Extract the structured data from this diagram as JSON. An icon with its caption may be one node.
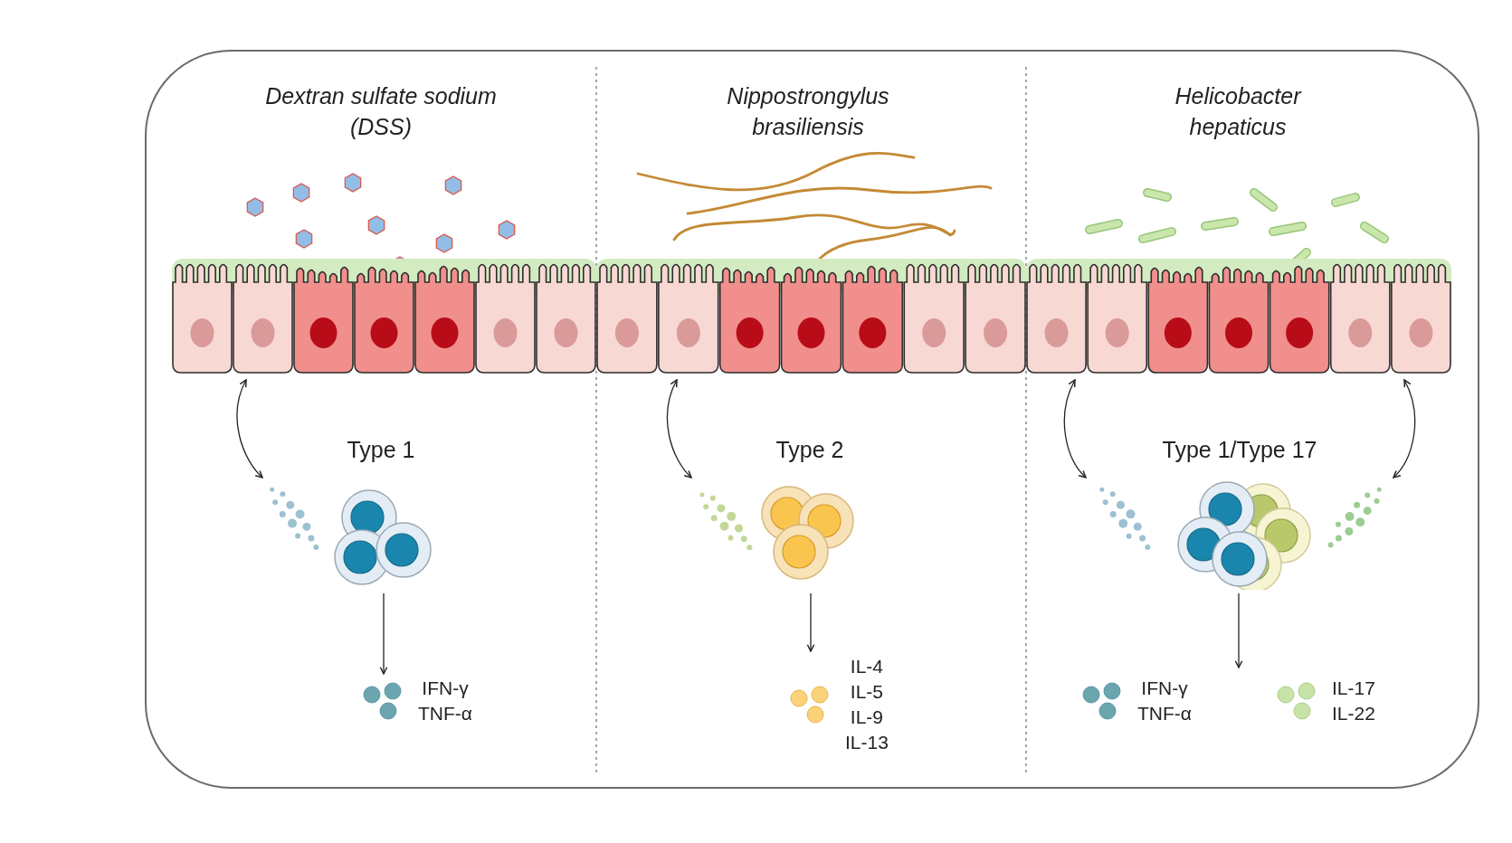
{
  "diagram": {
    "nodes": [
      {
        "text": [],
        "shape": "picture"
      },
      {
        "text": [
          "Type 1"
        ]
      },
      {
        "text": [
          "IFN-γ",
          "TNF-α"
        ]
      },
      {
        "text": [],
        "shape": "picture"
      },
      {
        "text": [
          "Type 2"
        ]
      },
      {
        "text": [
          "IL-4",
          "IL-5",
          "IL-9",
          "IL-13"
        ]
      },
      {
        "text": [],
        "shape": "picture"
      },
      {
        "text": [
          "Type 1/Type 17"
        ]
      },
      {
        "text": [
          "IFN-γ",
          "TNF-α"
        ]
      },
      {
        "text": [
          "IL-17",
          "IL-22"
        ]
      }
    ],
    "edges": [
      {
        "from": 0,
        "to": 1,
        "arrow": "both"
      },
      {
        "from": 1,
        "to": 2,
        "arrow": "to"
      },
      {
        "from": 3,
        "to": 4,
        "arrow": "both"
      },
      {
        "from": 4,
        "to": 5,
        "arrow": "to"
      },
      {
        "from": 6,
        "to": 7,
        "arrow": "both"
      },
      {
        "from": 6,
        "to": 7,
        "arrow": "both"
      },
      {
        "from": 7,
        "to": null,
        "arrow": "to"
      }
    ],
    "labels": [
      "Dextran sulfate sodium (DSS)",
      "Nippostrongylus brasiliensis",
      "Helicobacter hepaticus"
    ]
  }
}
